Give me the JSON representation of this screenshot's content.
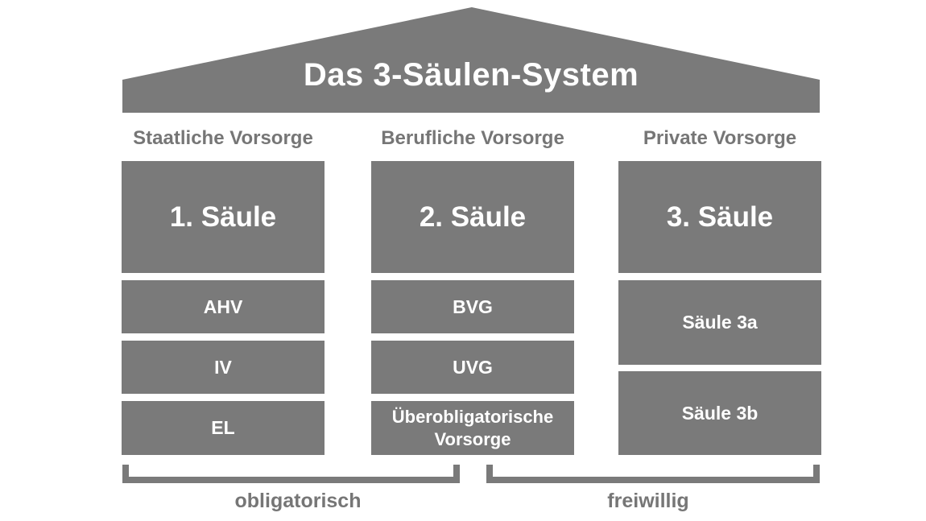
{
  "title": "Das 3-Säulen-System",
  "colors": {
    "gray": "#7a7a7a",
    "text_on_gray": "#ffffff",
    "header_text": "#767676",
    "background": "#ffffff"
  },
  "columns": [
    {
      "header": "Staatliche Vorsorge",
      "pillar": "1. Säule",
      "boxes": [
        "AHV",
        "IV",
        "EL"
      ]
    },
    {
      "header": "Berufliche Vorsorge",
      "pillar": "2. Säule",
      "boxes": [
        "BVG",
        "UVG",
        "Überobligatorische Vorsorge"
      ]
    },
    {
      "header": "Private Vorsorge",
      "pillar": "3. Säule",
      "boxes": [
        "Säule 3a",
        "Säule 3b"
      ]
    }
  ],
  "brackets": [
    {
      "label": "obligatorisch"
    },
    {
      "label": "freiwillig"
    }
  ]
}
